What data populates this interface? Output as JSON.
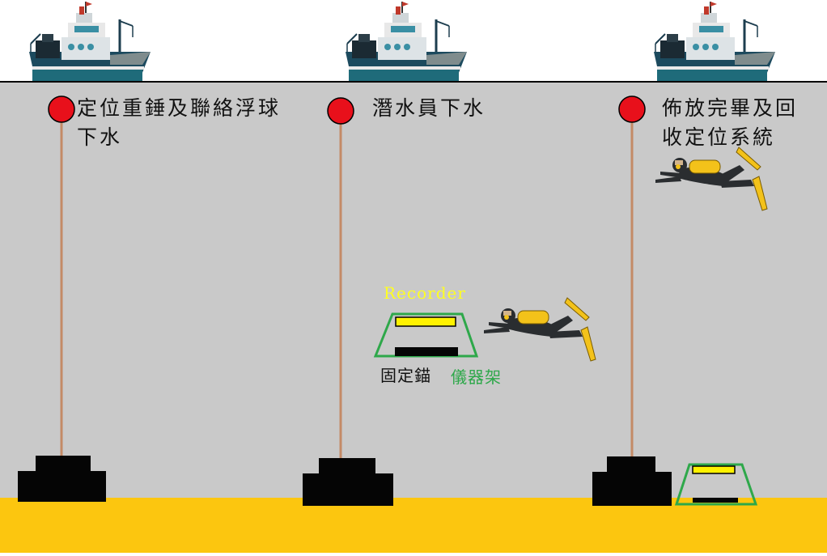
{
  "steps": [
    {
      "label": "定位重錘及聯絡浮球\n下水"
    },
    {
      "label": "潛水員下水"
    },
    {
      "label": "佈放完畢及回\n收定位系統"
    }
  ],
  "parts": {
    "recorder": "Recorder",
    "anchor": "固定錨",
    "frame": "儀器架"
  },
  "colors": {
    "water": "#c9c9c9",
    "seabed": "#fcc60f",
    "buoy": "#e8101b",
    "rope": "#c48a66",
    "weight": "#050505",
    "frame_outline": "#2ea84a",
    "recorder_fill": "#fff200",
    "recorder_label": "#ffff22"
  }
}
